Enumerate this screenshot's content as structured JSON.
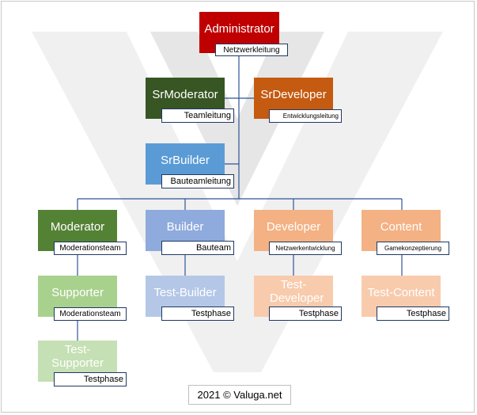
{
  "colors": {
    "connector": "#2f5597",
    "admin": "#c00000",
    "srmoderator": "#375623",
    "srdeveloper": "#c55a11",
    "srbuilder": "#5b9bd5",
    "moderator": "#548235",
    "builder": "#8faadc",
    "developer": "#f4b183",
    "content": "#f4b183",
    "supporter": "#a9d18e",
    "testbuilder": "#b4c7e7",
    "testdeveloper": "#f8cbad",
    "testcontent": "#f8cbad",
    "testsupporter": "#c5e0b4"
  },
  "nodes": {
    "admin": {
      "title": "Administrator",
      "subtitle": "Netzwerkleitung"
    },
    "srmoderator": {
      "title": "SrModerator",
      "subtitle": "Teamleitung"
    },
    "srdeveloper": {
      "title": "SrDeveloper",
      "subtitle": "Entwicklungsleitung"
    },
    "srbuilder": {
      "title": "SrBuilder",
      "subtitle": "Bauteamleitung"
    },
    "moderator": {
      "title": "Moderator",
      "subtitle": "Moderationsteam"
    },
    "builder": {
      "title": "Builder",
      "subtitle": "Bauteam"
    },
    "developer": {
      "title": "Developer",
      "subtitle": "Netzwerkentwicklung"
    },
    "content": {
      "title": "Content",
      "subtitle": "Gamekonzeptierung"
    },
    "supporter": {
      "title": "Supporter",
      "subtitle": "Moderationsteam"
    },
    "testbuilder": {
      "title": "Test-Builder",
      "subtitle": "Testphase"
    },
    "testdeveloper": {
      "title": "Test-Developer",
      "subtitle": "Testphase"
    },
    "testcontent": {
      "title": "Test-Content",
      "subtitle": "Testphase"
    },
    "testsupporter": {
      "title": "Test-Supporter",
      "subtitle": "Testphase"
    }
  },
  "footer": {
    "text": "2021 © Valuga.net"
  }
}
